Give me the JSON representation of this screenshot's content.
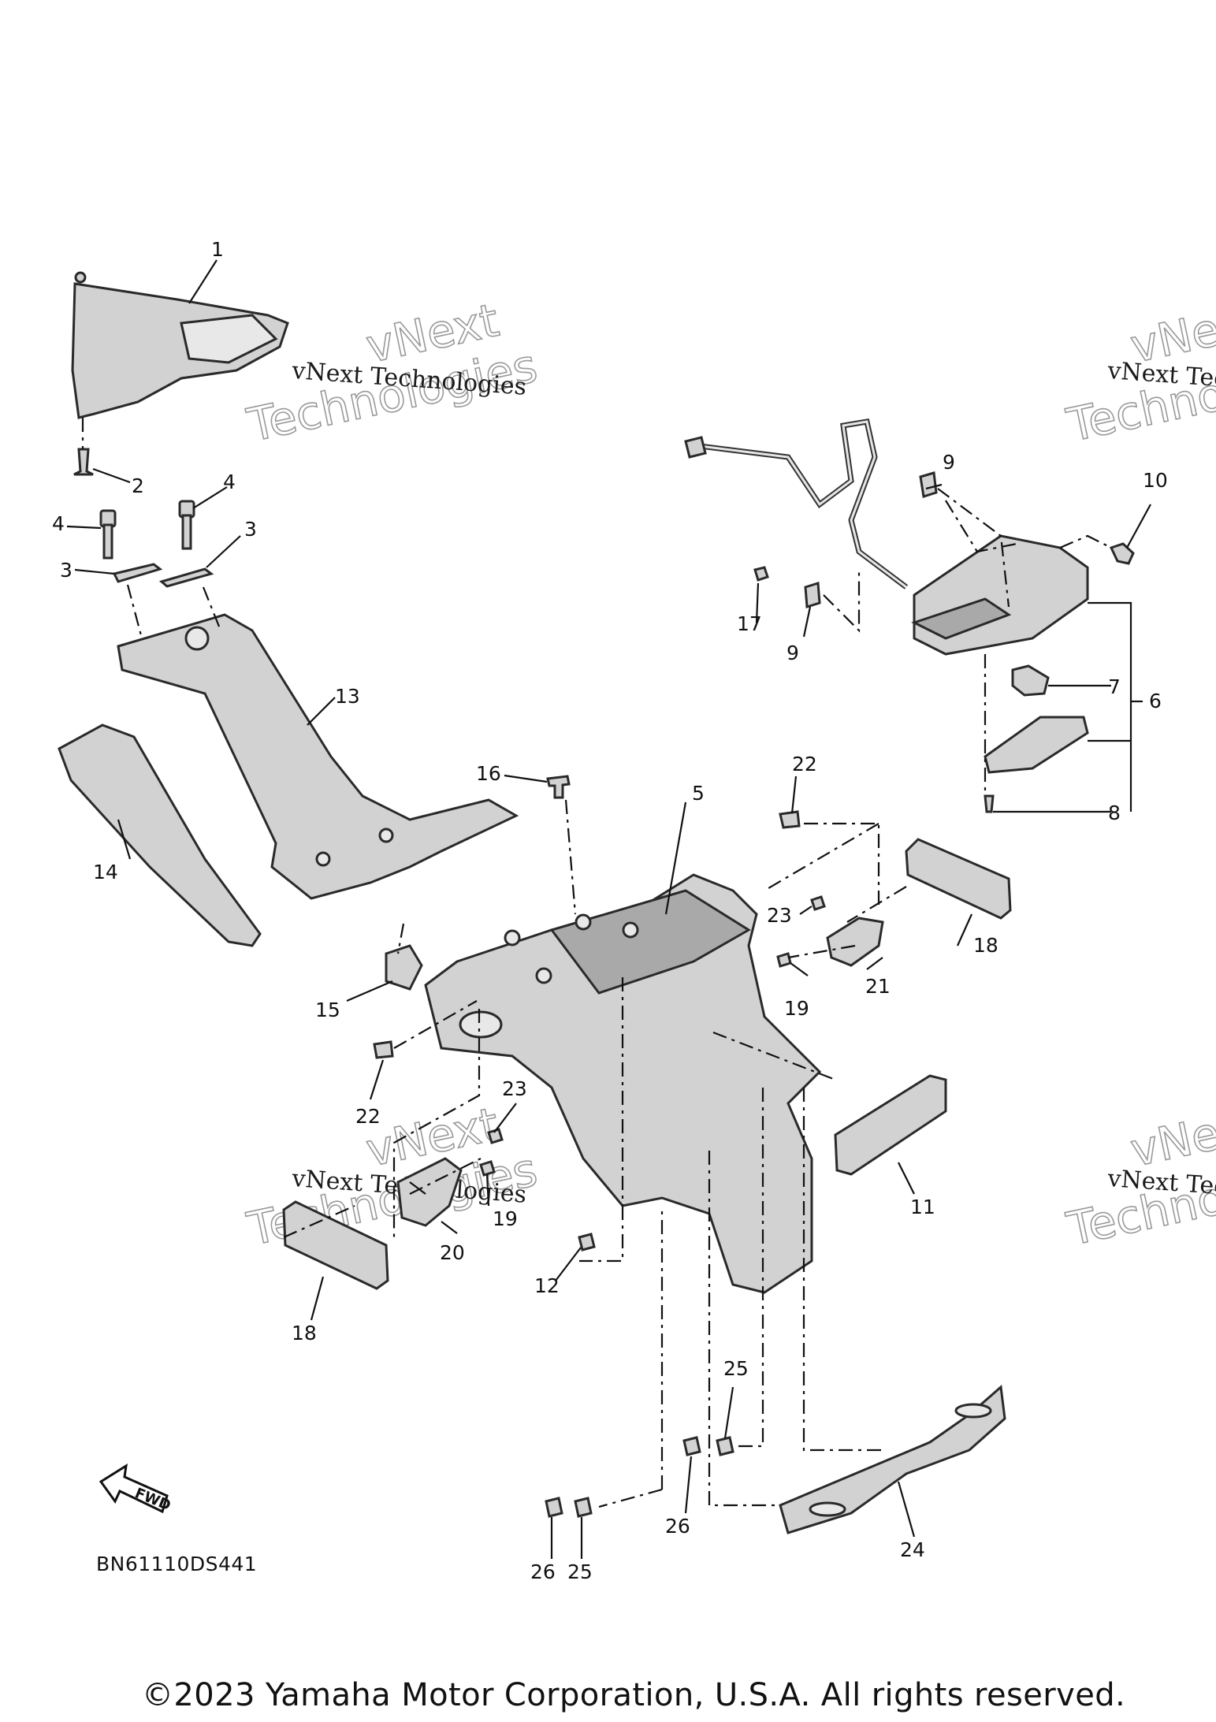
{
  "callouts": [
    "1",
    "2",
    "3",
    "4",
    "5",
    "6",
    "7",
    "8",
    "9",
    "10",
    "11",
    "12",
    "13",
    "14",
    "15",
    "16",
    "17",
    "18",
    "19",
    "20",
    "21",
    "22",
    "23",
    "24",
    "25",
    "26"
  ],
  "watermark": {
    "line1": "vNext Technologies",
    "line2a": "vNext",
    "line2b": "Technologies"
  },
  "diagram_code": "BN61110DS441",
  "fwd_label": "FWD",
  "copyright": "©2023 Yamaha Motor Corporation, U.S.A. All rights reserved."
}
